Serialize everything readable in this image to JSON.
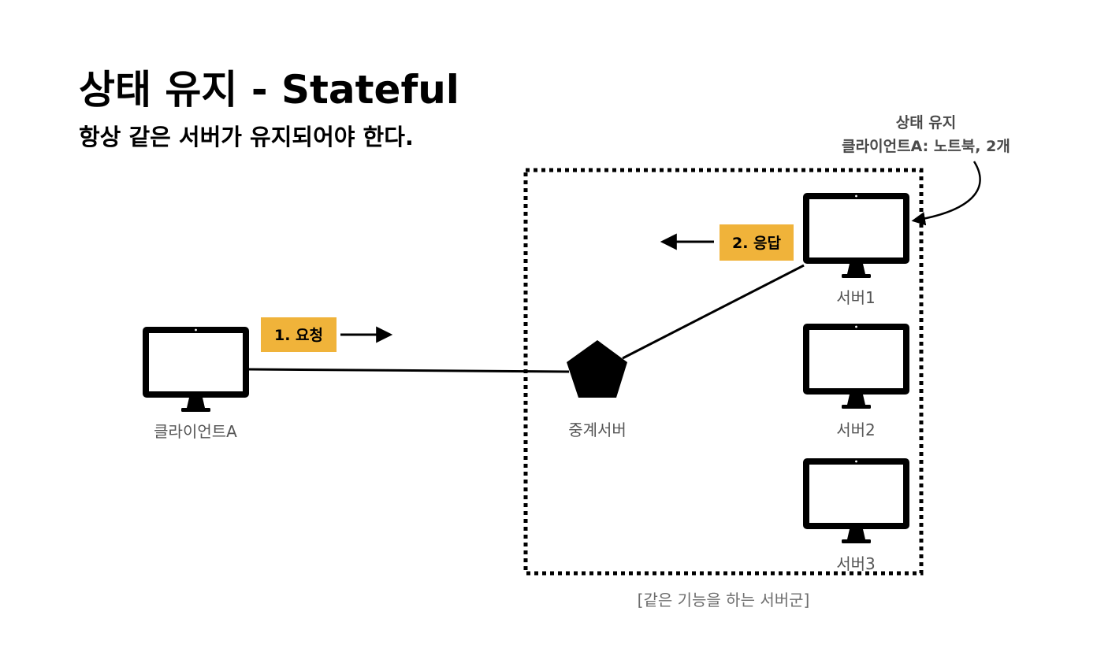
{
  "title": "상태 유지 - Stateful",
  "subtitle": "항상 같은 서버가 유지되어야 한다.",
  "client": {
    "label": "클라이언트A",
    "icon": "monitor-icon"
  },
  "proxy": {
    "label": "중계서버",
    "icon": "pentagon-icon"
  },
  "servers": [
    {
      "label": "서버1",
      "icon": "monitor-icon"
    },
    {
      "label": "서버2",
      "icon": "monitor-icon"
    },
    {
      "label": "서버3",
      "icon": "monitor-icon"
    }
  ],
  "request_badge": "1. 요청",
  "response_badge": "2. 응답",
  "state_note": {
    "line1": "상태 유지",
    "line2": "클라이언트A: 노트북, 2개"
  },
  "group_caption": "[같은 기능을 하는 서버군]",
  "colors": {
    "badge": "#f0b33a",
    "icon": "#000000",
    "label": "#555555"
  }
}
